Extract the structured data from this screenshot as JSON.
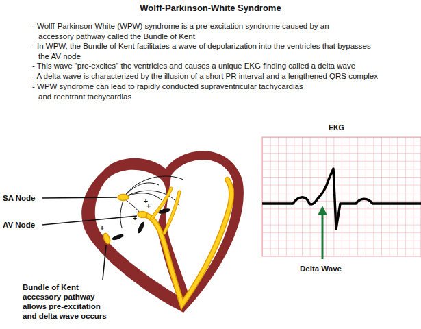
{
  "diagram": {
    "title": "Wolff-Parkinson-White Syndrome",
    "labels": [
      "- Wolff-Parkinson-White (WPW) syndrome is a pre-excitation syndrome caused by an accessory pathway called the Bundle of Kent",
      "- In WPW, the Bundle of Kent facilitates a wave of depolarization into the ventricles that bypasses the AV node",
      "- This wave \"pre-excites\" the ventricles and causes a unique EKG finding called a delta wave",
      "- A delta wave is characterized by the illusion of a short PR interval and a lengthened QRS complex",
      "- WPW syndrome can lead to rapidly conducted supraventricular tachycardias and reentrant tachycardias",
      "SA Node",
      "AV Node",
      "Bundle of Kent accessory pathway allows pre-excitation and delta wave occurs",
      "+",
      "+",
      "+",
      "+",
      "EKG",
      "Delta Wave"
    ]
  }
}
